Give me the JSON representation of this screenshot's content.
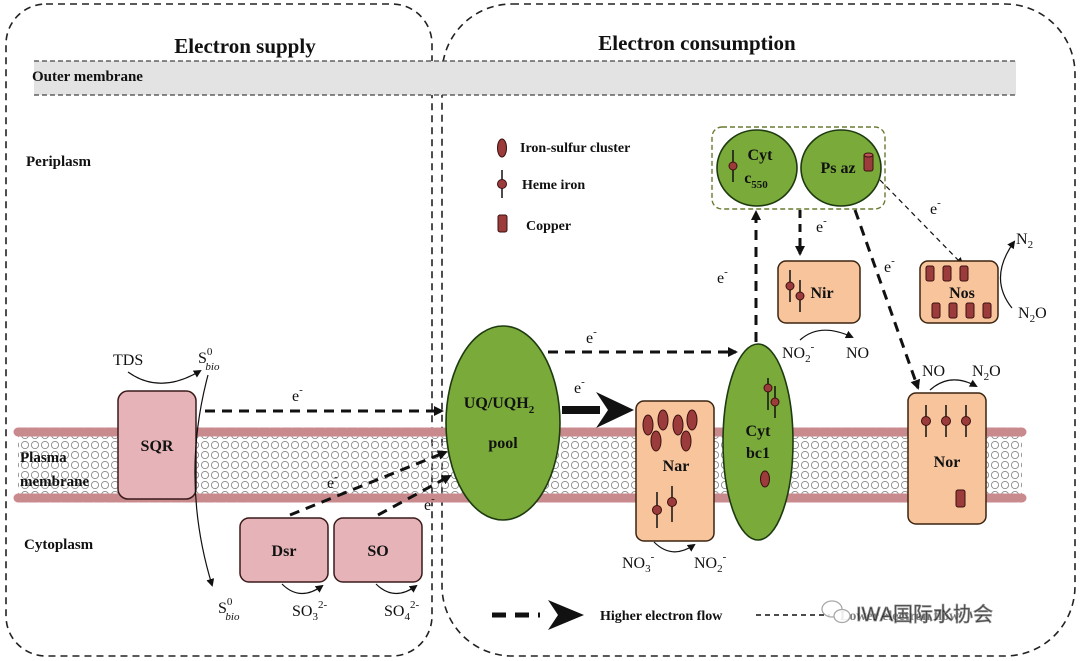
{
  "titles": {
    "supply": "Electron supply",
    "consumption": "Electron consumption"
  },
  "regions": {
    "outer_membrane": "Outer membrane",
    "periplasm": "Periplasm",
    "plasma_membrane_1": "Plasma",
    "plasma_membrane_2": "membrane",
    "cytoplasm": "Cytoplasm"
  },
  "legend": {
    "iron_sulfur": "Iron-sulfur cluster",
    "heme_iron": "Heme iron",
    "copper": "Copper",
    "higher_flow": "Higher electron flow",
    "lower_flow": "Lower electron flow"
  },
  "proteins": {
    "sqr": "SQR",
    "dsr": "Dsr",
    "so": "SO",
    "uq_line1": "UQ/UQH",
    "uq_sub": "2",
    "uq_line2": "pool",
    "nar": "Nar",
    "cytbc1_line1": "Cyt",
    "cytbc1_line2": "bc1",
    "cytc_line1": "Cyt",
    "cytc_line2": "c",
    "cytc_sub": "550",
    "psaz": "Ps az",
    "nir": "Nir",
    "nos": "Nos",
    "nor": "Nor"
  },
  "species": {
    "tds": "TDS",
    "s0_base": "S",
    "s0_sup": "0",
    "s0_sub": "bio",
    "so3_base": "SO",
    "so3_sub": "3",
    "so3_sup": "2-",
    "so4_base": "SO",
    "so4_sub": "4",
    "so4_sup": "2-",
    "no3_base": "NO",
    "no3_sub": "3",
    "no3_sup": "-",
    "no2_base": "NO",
    "no2_sub": "2",
    "no2_sup": "-",
    "no": "NO",
    "n2o_base": "N",
    "n2o_sub": "2",
    "n2o_o": "O",
    "n2_base": "N",
    "n2_sub": "2"
  },
  "electron": {
    "base": "e",
    "sup": "-"
  },
  "watermark": "IWA国际水协会",
  "colors": {
    "green": "#7aab3a",
    "green_stroke": "#1e3a10",
    "pink": "#e6b4b8",
    "pink_stroke": "#3a1a1a",
    "orange": "#f7c49c",
    "orange_stroke": "#3a2410",
    "iron": "#9c3b3b",
    "membrane": "#c98a8e",
    "outer_membrane": "#e3e3e3"
  },
  "icons": [
    "iron-sulfur-icon",
    "heme-iron-icon",
    "copper-icon",
    "wechat-icon"
  ]
}
